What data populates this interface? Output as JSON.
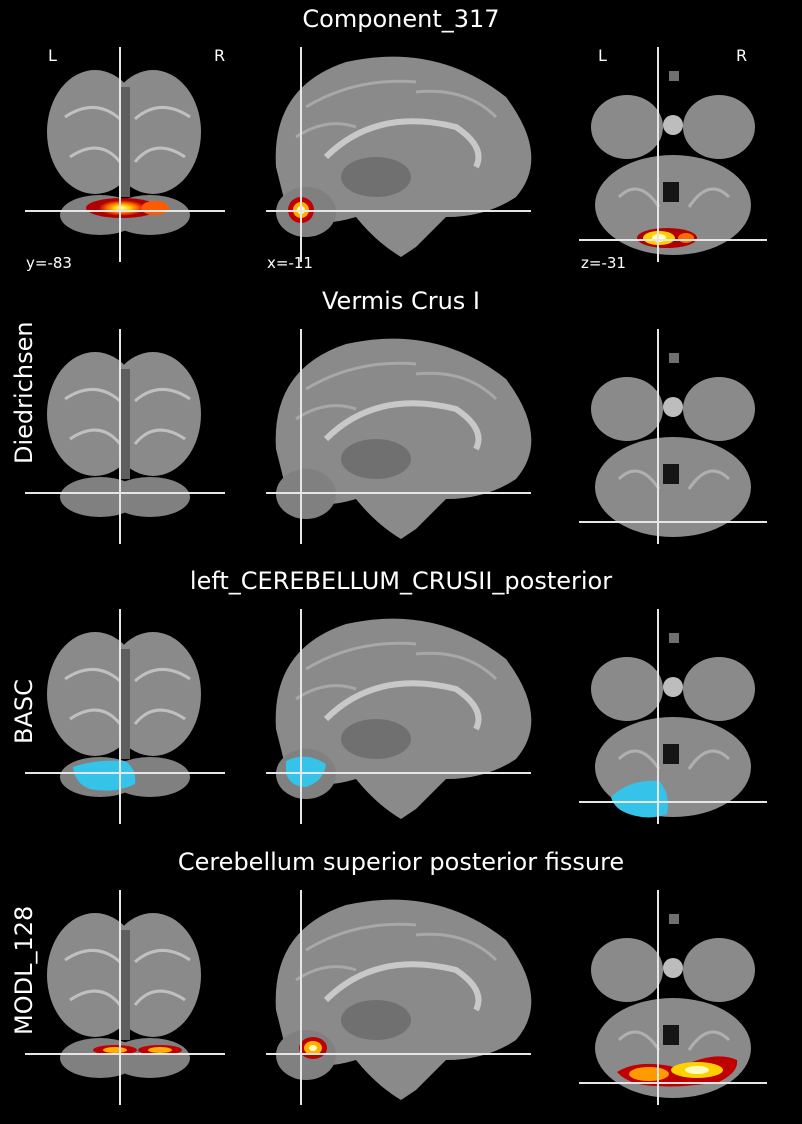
{
  "rows": [
    {
      "title": "Component_317",
      "side_label": "",
      "overlay": "heat",
      "coords": {
        "y": "y=-83",
        "x": "x=-11",
        "z": "z=-31"
      },
      "orientation": {
        "left": "L",
        "right": "R"
      }
    },
    {
      "title": "Vermis Crus I",
      "side_label": "Diedrichsen",
      "overlay": "none"
    },
    {
      "title": "left_CEREBELLUM_CRUSII_posterior",
      "side_label": "BASC",
      "overlay": "cyan"
    },
    {
      "title": "Cerebellum superior posterior fissure",
      "side_label": "MODL_128",
      "overlay": "heat"
    }
  ],
  "colors": {
    "background": "#000000",
    "brain_gray": "#8d8d8d",
    "heat_core": "#ffffa0",
    "heat_mid": "#ff8a00",
    "heat_edge": "#b00000",
    "cyan": "#35c3ea",
    "crosshair": "#e6e6e6"
  }
}
